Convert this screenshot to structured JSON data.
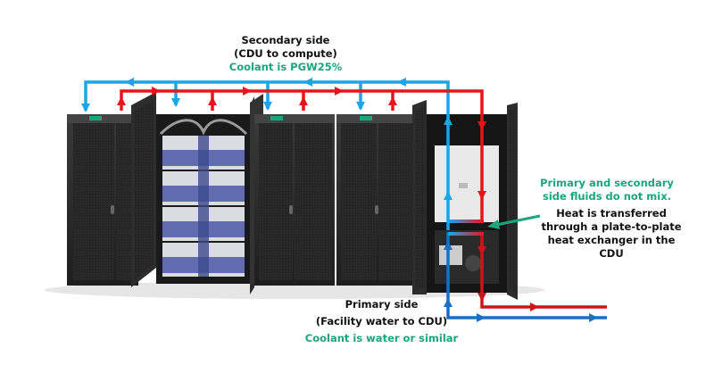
{
  "title": "Direct liquid cooling loop: CDU and compute cabinets",
  "labels": {
    "secondary": {
      "line1": "Secondary side",
      "line2": "(CDU to compute)",
      "coolant": "Coolant is PGW25%"
    },
    "mixing": {
      "line1": "Primary and secondary",
      "line2": "side fluids do not mix."
    },
    "heat_transfer": {
      "line1": "Heat is transferred",
      "line2": "through a plate-to-plate",
      "line3": "heat exchanger in the",
      "line4": "CDU"
    },
    "primary": {
      "line1": "Primary side",
      "line2": "(Facility water to CDU)",
      "coolant": "Coolant is water or similar"
    }
  },
  "colors": {
    "supply_pipe": "#18a6e8",
    "return_pipe": "#e8141c",
    "primary_supply_pipe": "#1a6fc4",
    "primary_return_pipe": "#cc1419",
    "callout_green": "#1aa57a",
    "text_black": "#111111",
    "cabinet": "#2a2a2a"
  },
  "components": {
    "compute_cabinets": [
      "closed-cabinet",
      "open-compute-rack",
      "closed-cabinet",
      "closed-cabinet"
    ],
    "cdu": "coolant-distribution-unit"
  }
}
